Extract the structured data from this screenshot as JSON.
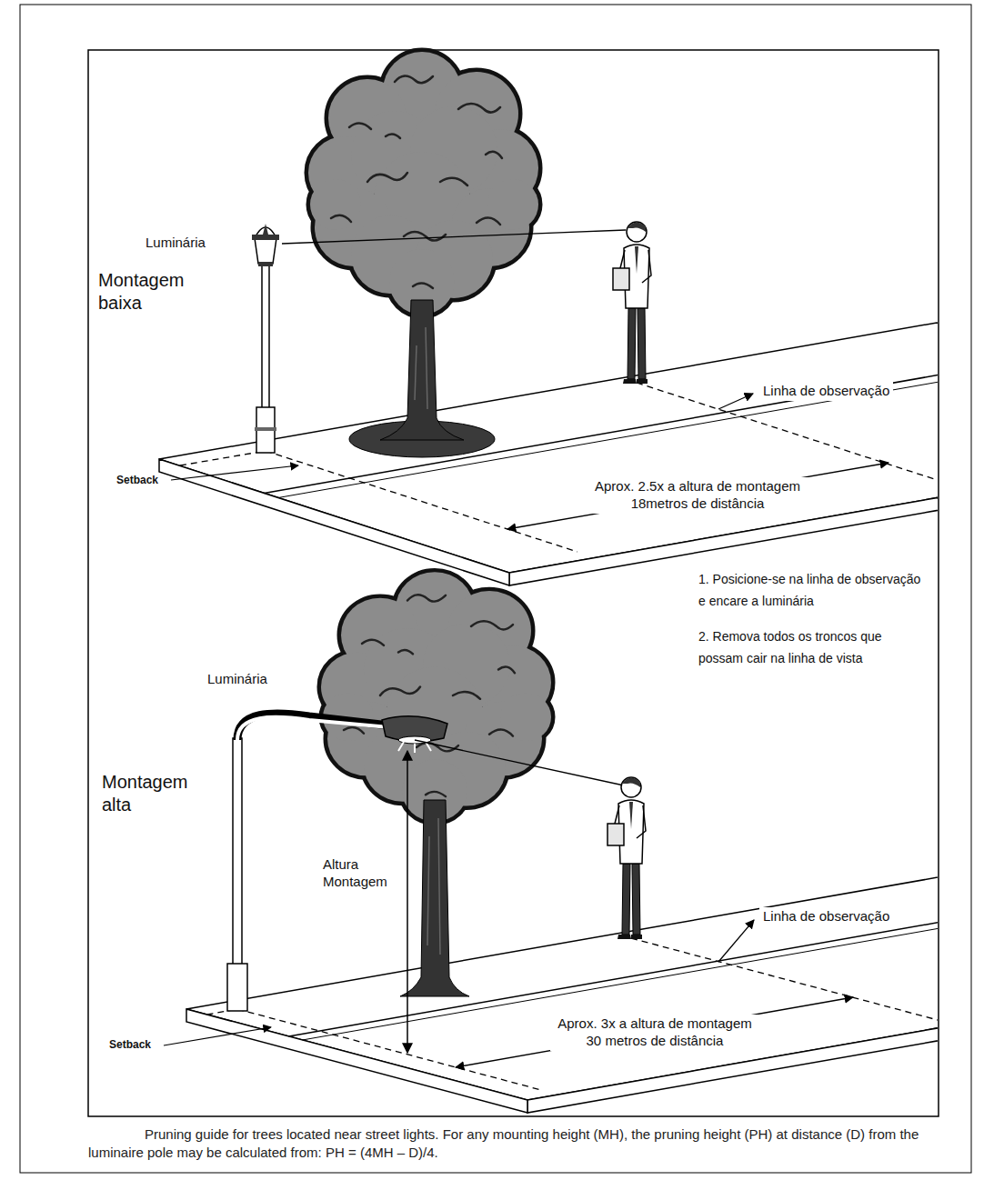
{
  "diagram": {
    "caption": "Pruning guide for trees located near street lights. For any mounting height (MH), the pruning height (PH) at distance (D) from the luminaire pole may be calculated from: PH = (4MH – D)/4.",
    "labels": [
      "Luminária",
      "Montagem baixa",
      "Linha de observação",
      "Aprox. 2.5x a altura de montagem 18metros de distância",
      "Setback",
      "1. Posicione-se na linha de observação e encare a luminária",
      "2. Remova todos os troncos que possam cair na linha de vista",
      "Luminária",
      "Montagem alta",
      "Altura Montagem",
      "Linha de observação",
      "Aprox. 3x a altura de montagem 30 metros de distância",
      "Setback"
    ]
  }
}
